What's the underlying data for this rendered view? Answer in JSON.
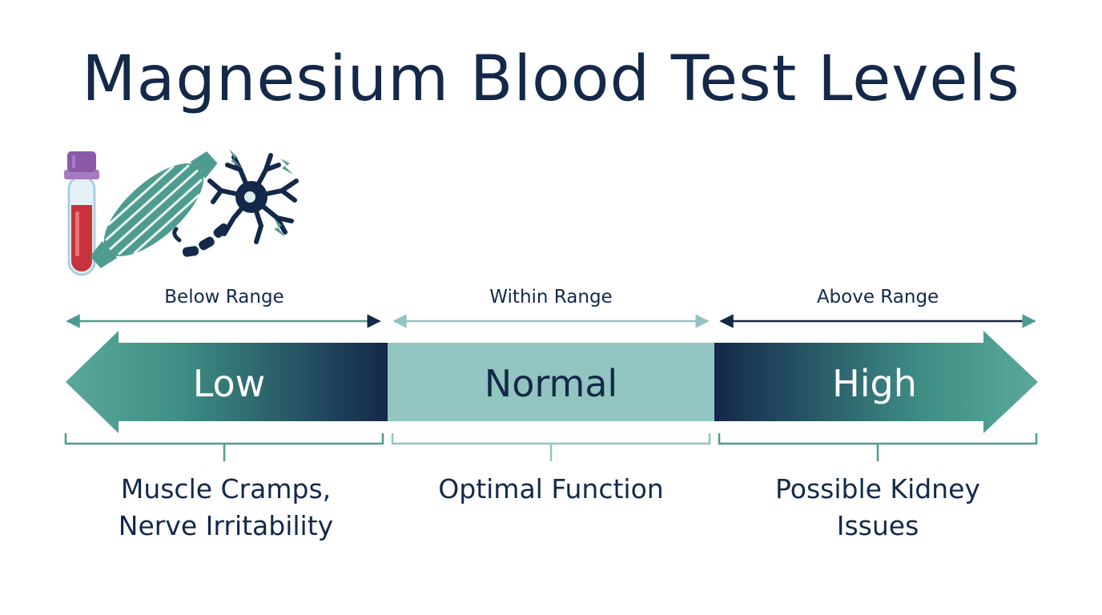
{
  "title": "Magnesium Blood Test Levels",
  "colors": {
    "navy": "#14284a",
    "teal": "#4e9c90",
    "normal_fill": "#92c5bf",
    "tube_cap": "#8a5aa8",
    "tube_blood": "#c8323c"
  },
  "icons": [
    "blood-tube-icon",
    "muscle-icon",
    "neuron-icon"
  ],
  "ranges": [
    {
      "id": "low",
      "range_label": "Below Range",
      "level": "Low",
      "effect_line1": "Muscle Cramps,",
      "effect_line2": "Nerve Irritability"
    },
    {
      "id": "normal",
      "range_label": "Within Range",
      "level": "Normal",
      "effect_line1": "Optimal Function",
      "effect_line2": ""
    },
    {
      "id": "high",
      "range_label": "Above Range",
      "level": "High",
      "effect_line1": "Possible Kidney",
      "effect_line2": "Issues"
    }
  ]
}
